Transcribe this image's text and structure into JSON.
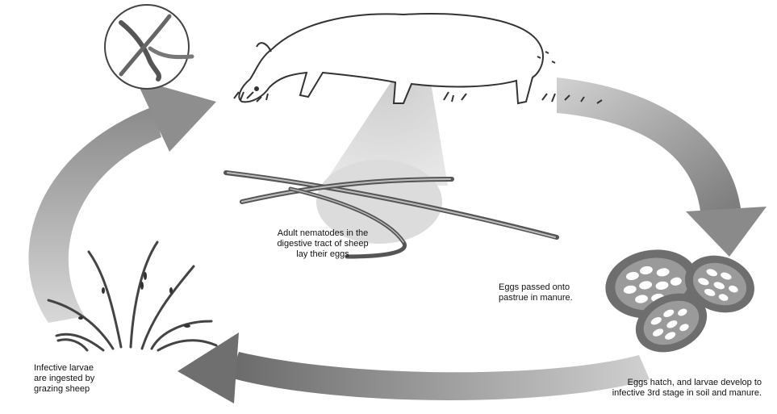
{
  "diagram": {
    "type": "life-cycle",
    "stages": [
      {
        "id": "adult-nematodes",
        "caption_lines": [
          "Adult nematodes in the",
          "digestive tract of sheep",
          "lay their eggs"
        ]
      },
      {
        "id": "eggs-passed",
        "caption_lines": [
          "Eggs passed onto",
          "pastrue in manure."
        ]
      },
      {
        "id": "larvae-develop",
        "caption_lines": [
          "Eggs hatch, and larvae develop to",
          "infective 3rd stage in soil and manure."
        ]
      },
      {
        "id": "larvae-ingested",
        "caption_lines": [
          "Infective larvae",
          "are ingested by",
          "grazing sheep"
        ]
      }
    ],
    "colors": {
      "arrow": "#9a9a9a",
      "arrow_dark": "#6f6f6f",
      "egg_shell": "#6e6e6e",
      "background": "#ffffff"
    },
    "icons": [
      "sheep-icon",
      "nematode-magnified-icon",
      "adult-worms-icon",
      "egg-cluster-icon",
      "infected-grass-icon"
    ]
  }
}
